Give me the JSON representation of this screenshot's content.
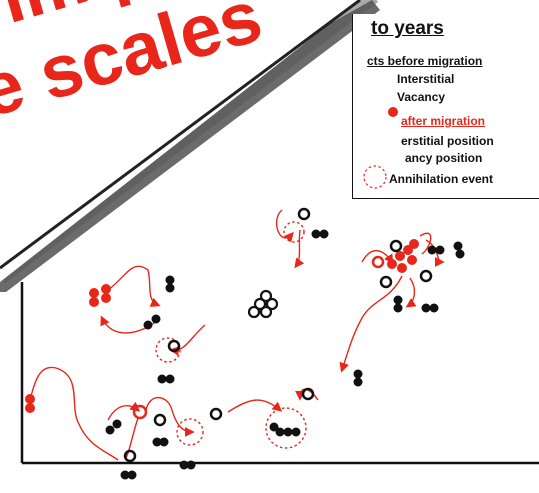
{
  "overlay": {
    "line1": "im p",
    "line2": "e scales"
  },
  "legend": {
    "title": "to years",
    "section_before": "cts before migration",
    "interstitial": "Interstitial",
    "vacancy": "Vacancy",
    "section_after": "after migration",
    "interstitial_position": "erstitial position",
    "vacancy_position": "ancy position",
    "annihilation": "Annihilation event"
  },
  "colors": {
    "defect_red": "#e8261a",
    "defect_black": "#111111",
    "frame": "#111111",
    "shadow": "#3a3a3a"
  }
}
